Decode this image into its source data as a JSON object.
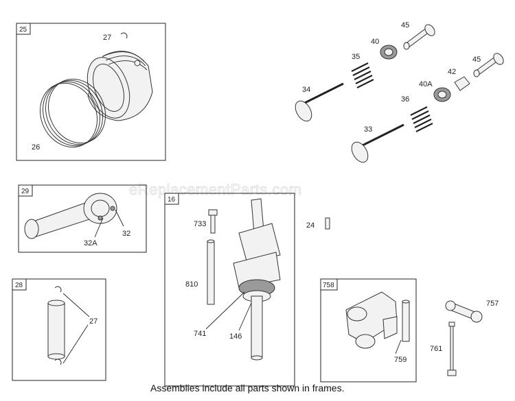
{
  "watermark": "eReplacementParts.com",
  "caption": "Assemblies include all parts shown in frames.",
  "frames": {
    "f25": "25",
    "f29": "29",
    "f28": "28",
    "f16": "16",
    "f758": "758"
  },
  "labels": {
    "p27a": "27",
    "p26": "26",
    "p45a": "45",
    "p40": "40",
    "p35": "35",
    "p34": "34",
    "p42": "42",
    "p45b": "45",
    "p40A": "40A",
    "p36": "36",
    "p33": "33",
    "p32A": "32A",
    "p32": "32",
    "p27b": "27",
    "p733": "733",
    "p810": "810",
    "p741": "741",
    "p146": "146",
    "p24": "24",
    "p757": "757",
    "p759": "759",
    "p761": "761"
  }
}
